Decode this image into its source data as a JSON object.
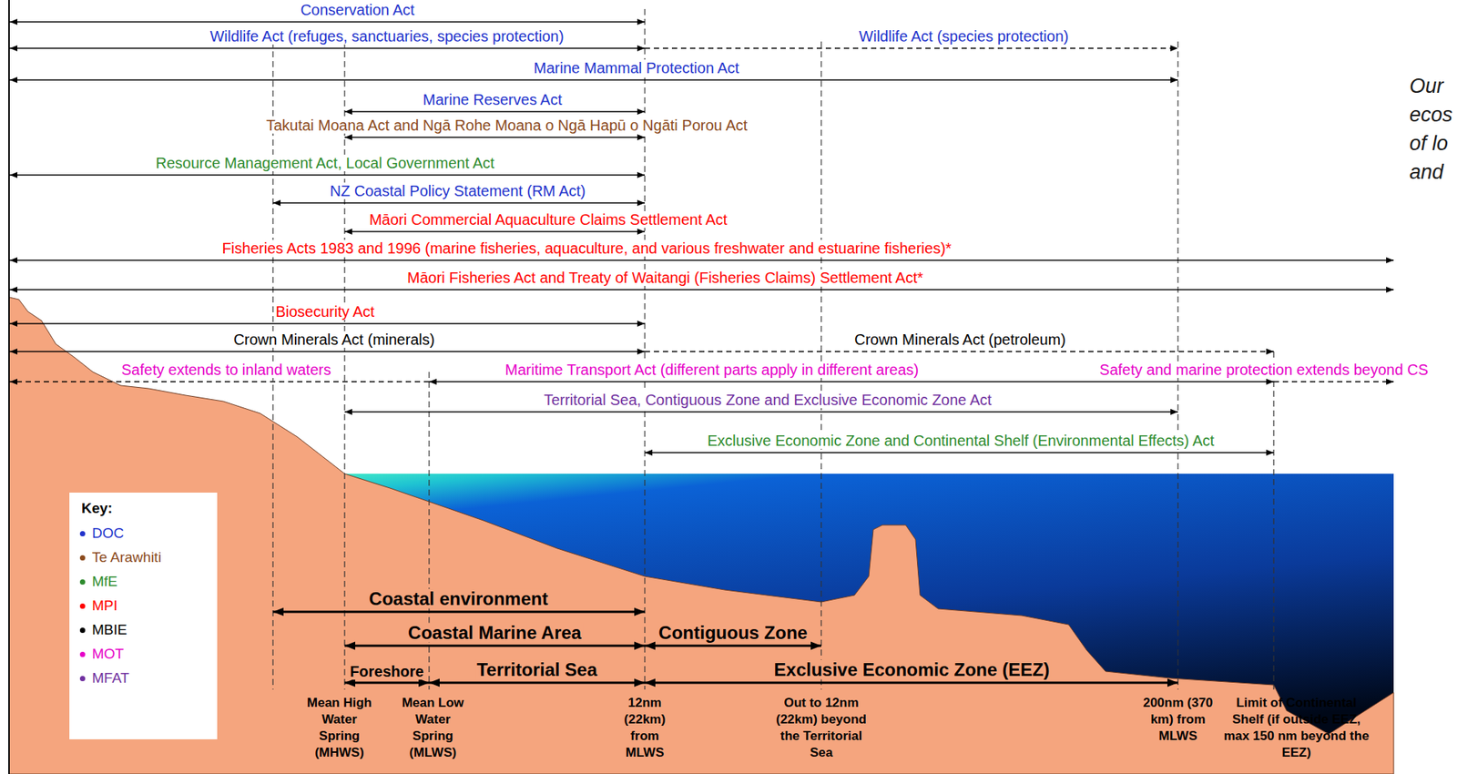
{
  "diagram": {
    "labels": [
      "Conservation Act",
      "Wildlife Act (refuges, sanctuaries, species protection)",
      "Wildlife Act (species protection)",
      "Marine Mammal Protection Act",
      "Marine Reserves Act",
      "Takutai Moana Act and Ngā Rohe Moana o Ngā Hapū o Ngāti Porou Act",
      "Resource Management Act, Local Government Act",
      "NZ Coastal Policy Statement (RM Act)",
      "Māori Commercial Aquaculture Claims Settlement Act",
      "Fisheries Acts 1983 and 1996 (marine fisheries, aquaculture, and various freshwater and estuarine fisheries)*",
      "Māori Fisheries Act and Treaty of Waitangi (Fisheries Claims) Settlement Act*",
      "Biosecurity Act",
      "Crown Minerals Act (minerals)",
      "Crown Minerals Act (petroleum)",
      "Safety extends to inland waters",
      "Maritime Transport Act (different parts apply in different areas)",
      "Safety and marine protection extends beyond CS",
      "Territorial Sea, Contiguous Zone and Exclusive Economic Zone Act",
      "Exclusive Economic Zone and Continental Shelf (Environmental Effects) Act",
      "Coastal environment",
      "Coastal Marine Area",
      "Contiguous Zone",
      "Foreshore",
      "Territorial Sea",
      "Exclusive Economic Zone (EEZ)",
      "Mean High Water Spring (MHWS)",
      "Mean Low Water Spring (MLWS)",
      "12nm (22km) from MLWS",
      "Out to 12nm (22km) beyond the Territorial Sea",
      "200nm (370 km) from MLWS",
      "Limit of Continental Shelf (if outside EEZ, max 150 nm beyond the EEZ)",
      "Key:",
      "Our",
      "ecos",
      "of lo",
      "and"
    ],
    "legend": [
      {
        "text": "DOC",
        "color": "#2233cc"
      },
      {
        "text": "Te Arawhiti",
        "color": "#8b4a1c"
      },
      {
        "text": "MfE",
        "color": "#2e8b2e"
      },
      {
        "text": "MPI",
        "color": "#ff0000"
      },
      {
        "text": "MBIE",
        "color": "#000000"
      },
      {
        "text": "MOT",
        "color": "#e600c8"
      },
      {
        "text": "MFAT",
        "color": "#7030a0"
      }
    ]
  }
}
